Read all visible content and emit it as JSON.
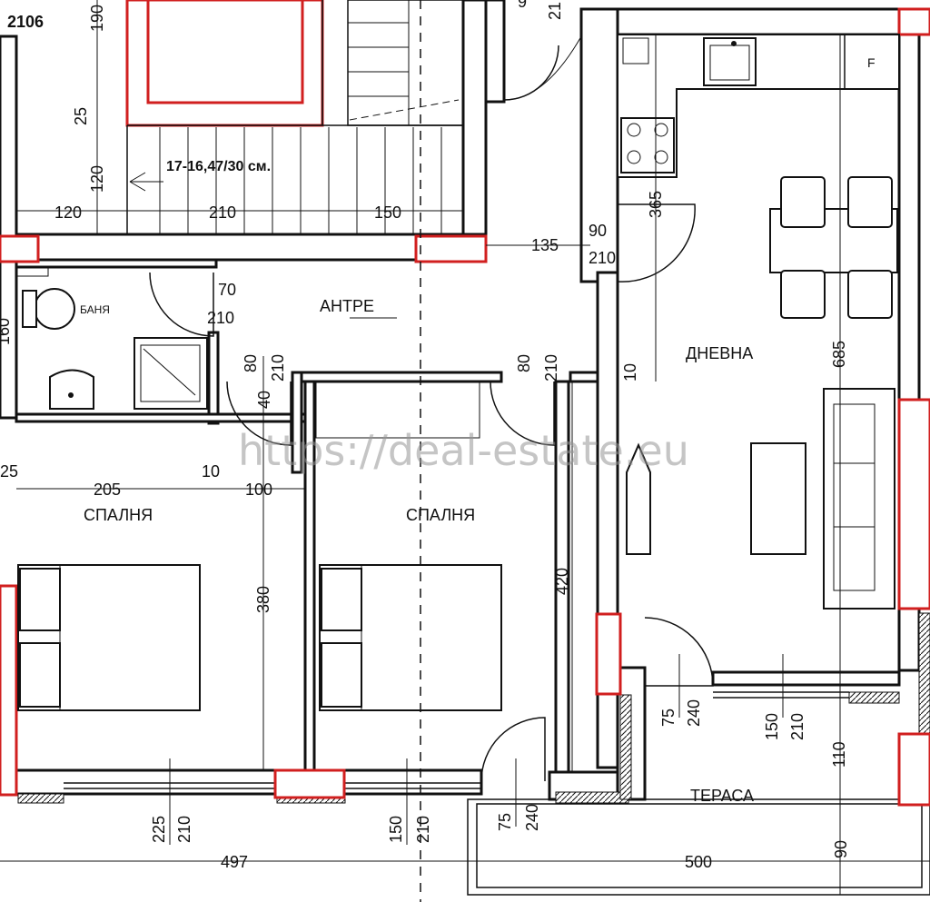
{
  "watermark": "https://deal-estate.eu",
  "rooms": {
    "antre": "АНТРЕ",
    "dnevna": "ДНЕВНА",
    "spalnya_left": "СПАЛНЯ",
    "spalnya_right": "СПАЛНЯ",
    "banya": "БАНЯ",
    "terasa": "ТЕРАСА"
  },
  "stairs_label": "17-16,47/30 см.",
  "fridge_label": "F",
  "dimensions": {
    "top_210_6": "2106",
    "top_190": "190",
    "top_25": "25",
    "top_120v": "120",
    "top_9": "9",
    "top_21": "21",
    "row_120": "120",
    "row_210": "210",
    "row_150": "150",
    "d135": "135",
    "d90": "90",
    "d210_kitchen": "210",
    "d365": "365",
    "d70": "70",
    "d210_bath": "210",
    "d160": "160",
    "d80_left": "80",
    "d210_left": "210",
    "d40": "40",
    "d80_mid": "80",
    "d210_mid": "210",
    "d10_liv": "10",
    "d685": "685",
    "d25": "25",
    "d205": "205",
    "d10": "10",
    "d100": "100",
    "d380": "380",
    "d420": "420",
    "d75_top": "75",
    "d240_top": "240",
    "d150_ter": "150",
    "d210_ter": "210",
    "d110": "110",
    "d225": "225",
    "d210_b1": "210",
    "d150_b": "150",
    "d210_b2": "210",
    "d75_bot": "75",
    "d240_bot": "240",
    "d497": "497",
    "d500": "500",
    "d90_ter": "90"
  },
  "colors": {
    "wall": "#111111",
    "window_highlight": "#d11f1f",
    "background": "#ffffff",
    "watermark": "#969696"
  }
}
